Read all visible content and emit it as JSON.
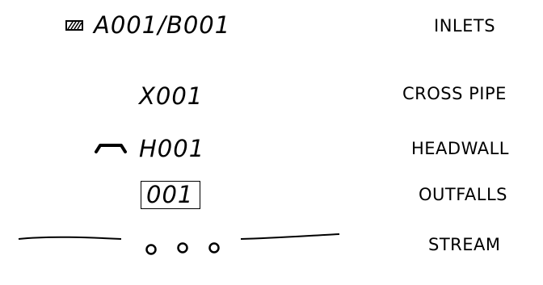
{
  "legend": {
    "inlets": {
      "code": "A001/B001",
      "label": "INLETS",
      "symbol": "inlet-grate-icon"
    },
    "cross_pipe": {
      "code": "X001",
      "label": "CROSS PIPE"
    },
    "headwall": {
      "code": "H001",
      "label": "HEADWALL",
      "symbol": "headwall-icon"
    },
    "outfalls": {
      "code": "001",
      "label": "OUTFALLS",
      "symbol": "boxed-label"
    },
    "stream": {
      "label": "STREAM",
      "symbol": "stream-line-with-circles"
    }
  },
  "colors": {
    "ink": "#000000",
    "background": "#ffffff"
  }
}
